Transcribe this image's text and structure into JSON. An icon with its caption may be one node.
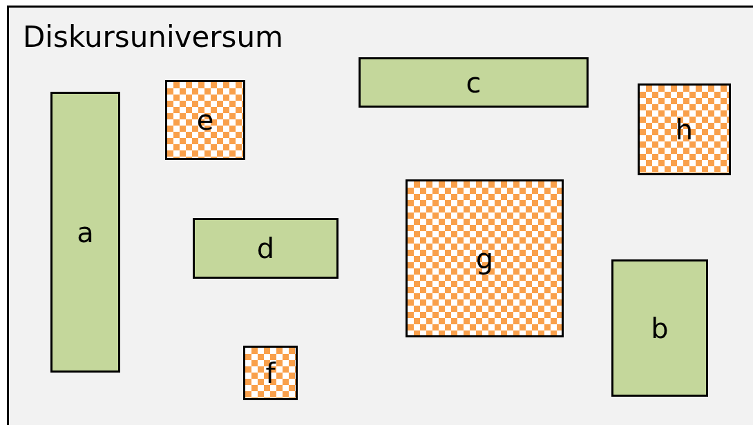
{
  "diagram": {
    "nodes": [
      {
        "text": [
          "Diskursuniversum"
        ]
      },
      {
        "text": [
          "c"
        ],
        "in": 0
      },
      {
        "text": [
          "e"
        ],
        "in": 0
      },
      {
        "text": [
          "h"
        ],
        "in": 0
      },
      {
        "text": [
          "a"
        ],
        "in": 0
      },
      {
        "text": [
          "g"
        ],
        "in": 0
      },
      {
        "text": [
          "d"
        ],
        "in": 0
      },
      {
        "text": [
          "b"
        ],
        "in": 0
      },
      {
        "text": [
          "f"
        ],
        "in": 0
      }
    ],
    "edges": []
  }
}
